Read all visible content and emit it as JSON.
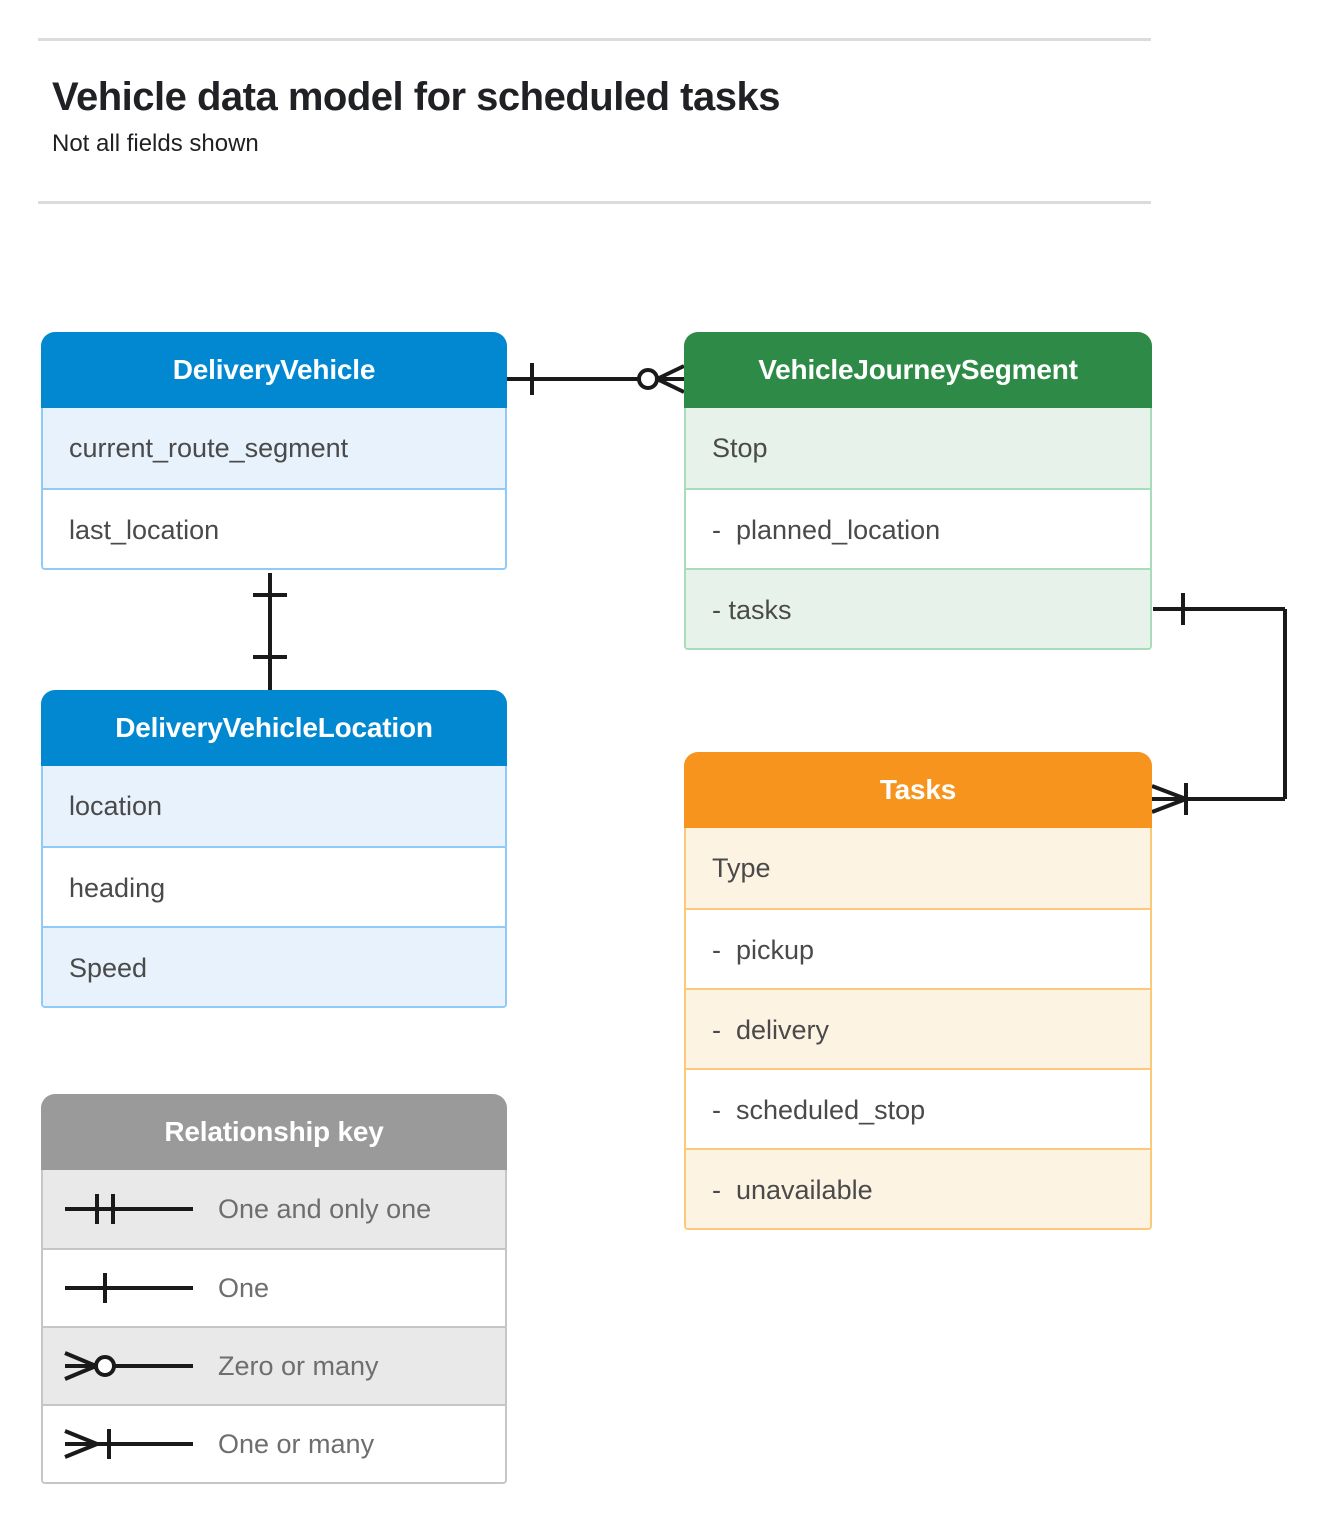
{
  "header": {
    "title": "Vehicle data model for scheduled tasks",
    "subtitle": "Not all fields shown"
  },
  "colors": {
    "blue_header": "#0288d1",
    "blue_row_alt": "#e8f2fd",
    "blue_border": "#90caf9",
    "green_header": "#2e8b47",
    "green_row_alt": "#e7f3ea",
    "green_border": "#a9dcb8",
    "orange_header": "#f7941d",
    "orange_row_alt": "#fdf3e2",
    "orange_border": "#fbc97a",
    "gray_header": "#9a9a9a",
    "gray_row_alt": "#e9e9e9",
    "gray_border": "#c6c6c6",
    "connector": "#1a1a1a",
    "rule": "#dadce0",
    "text": "#4a4a4a"
  },
  "entities": {
    "delivery_vehicle": {
      "title": "DeliveryVehicle",
      "fields": [
        "current_route_segment",
        "last_location"
      ]
    },
    "vehicle_journey_segment": {
      "title": "VehicleJourneySegment",
      "fields": [
        "Stop",
        "-  planned_location",
        "- tasks"
      ]
    },
    "delivery_vehicle_location": {
      "title": "DeliveryVehicleLocation",
      "fields": [
        "location",
        "heading",
        "Speed"
      ]
    },
    "tasks": {
      "title": "Tasks",
      "fields": [
        "Type",
        "-  pickup",
        "-  delivery",
        "-  scheduled_stop",
        "-  unavailable"
      ]
    }
  },
  "legend": {
    "title": "Relationship key",
    "items": [
      {
        "glyph": "one-and-only-one-icon",
        "label": "One and only one"
      },
      {
        "glyph": "one-icon",
        "label": "One"
      },
      {
        "glyph": "zero-or-many-icon",
        "label": "Zero or many"
      },
      {
        "glyph": "one-or-many-icon",
        "label": "One or many"
      }
    ]
  },
  "relationships": [
    {
      "name": "deliveryvehicle-to-vehiclejourneysegment",
      "from": "DeliveryVehicle",
      "to": "VehicleJourneySegment",
      "from_cardinality": "One",
      "to_cardinality": "Zero or many"
    },
    {
      "name": "deliveryvehicle-to-deliveryvehiclelocation",
      "from": "DeliveryVehicle",
      "to": "DeliveryVehicleLocation",
      "from_cardinality": "One",
      "to_cardinality": "One"
    },
    {
      "name": "vehiclejourneysegment-tasks-to-tasks",
      "from": "VehicleJourneySegment.tasks",
      "to": "Tasks",
      "from_cardinality": "One",
      "to_cardinality": "One or many"
    }
  ]
}
